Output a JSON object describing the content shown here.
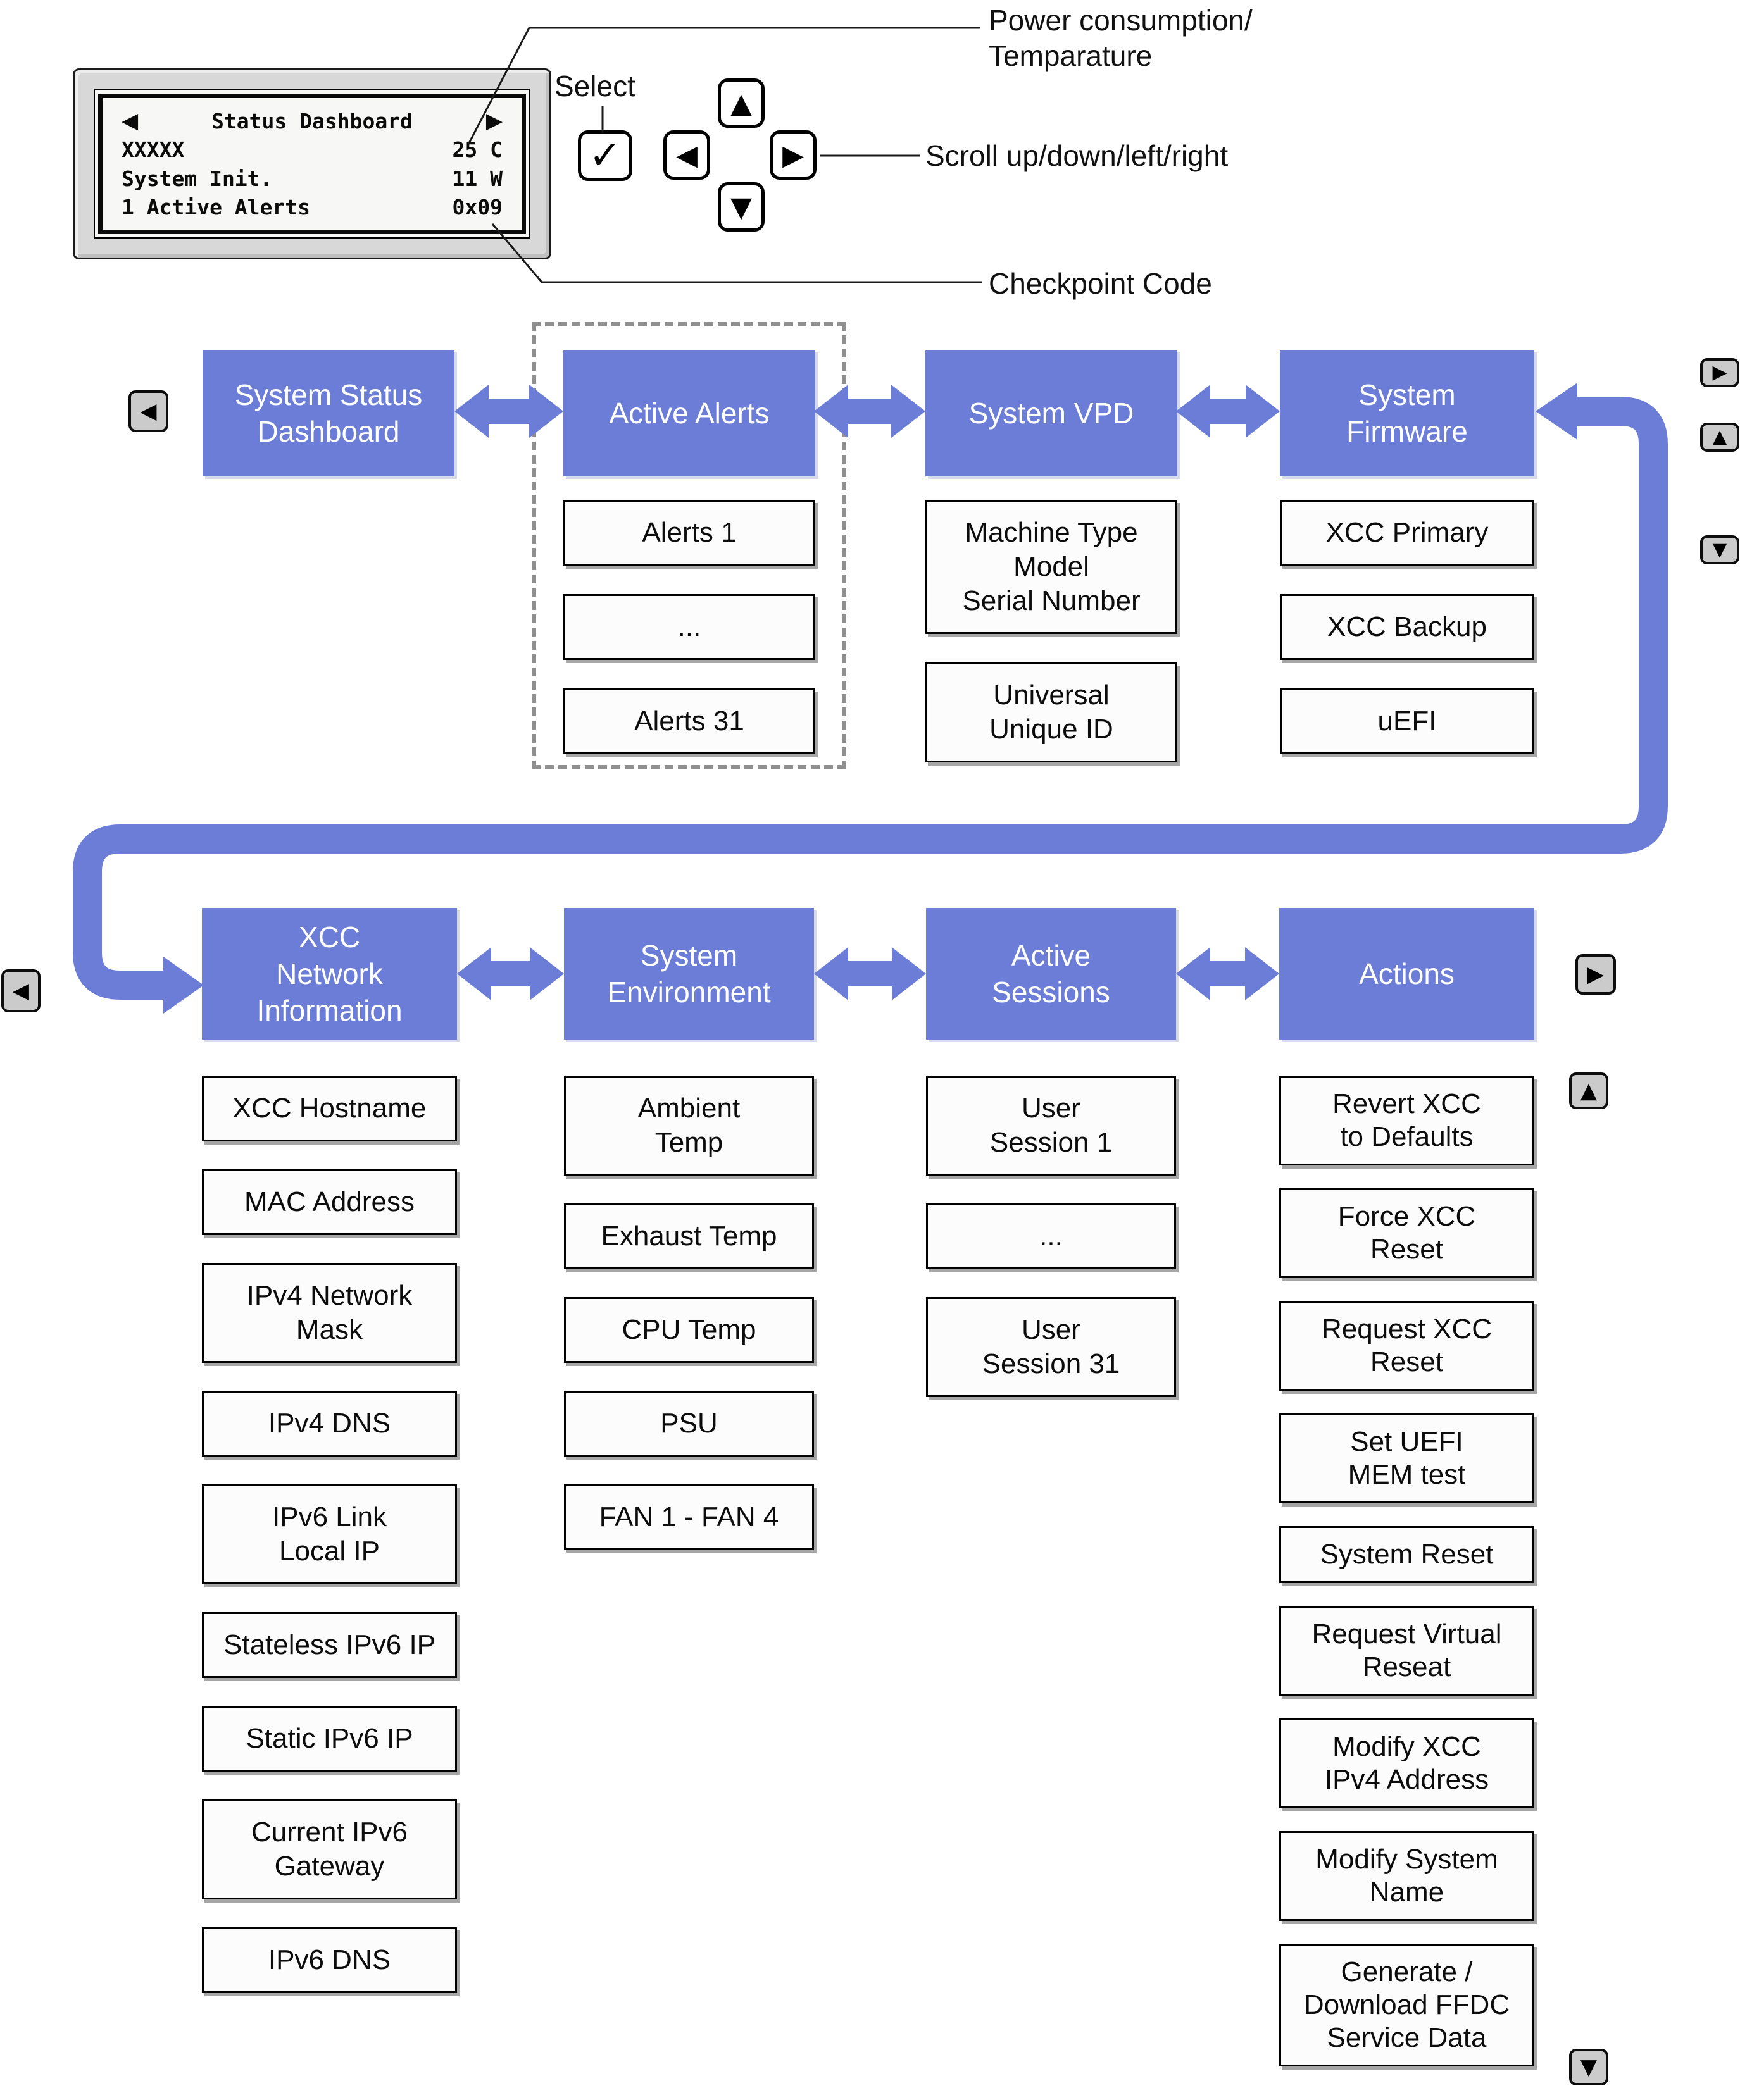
{
  "figure": {
    "lcd": {
      "nav_left_icon": "◀",
      "nav_right_icon": "▶",
      "title": "Status Dashboard",
      "rows": [
        {
          "left": "XXXXX",
          "right": "25 C"
        },
        {
          "left": "System Init.",
          "right": "11 W"
        },
        {
          "left": "1 Active Alerts",
          "right": "0x09"
        }
      ]
    },
    "callouts": {
      "power": "Power consumption/\nTemparature",
      "select": "Select",
      "scroll": "Scroll up/down/left/right",
      "checkpoint": "Checkpoint Code"
    },
    "buttons": {
      "select": "✓",
      "up": "▲",
      "down": "▼",
      "left": "◀",
      "right": "▶"
    },
    "colors": {
      "accent": "#6b7dd7",
      "button_gray": "#cbcbcb",
      "line": "#1a1a1a"
    },
    "menu": {
      "row1": [
        {
          "title": "System Status\nDashboard",
          "children": []
        },
        {
          "title": "Active Alerts",
          "children": [
            "Alerts 1",
            "...",
            "Alerts 31"
          ]
        },
        {
          "title": "System VPD",
          "children": [
            "Machine Type\nModel\nSerial Number",
            "Universal\nUnique ID"
          ]
        },
        {
          "title": "System\nFirmware",
          "children": [
            "XCC Primary",
            "XCC Backup",
            "uEFI"
          ]
        }
      ],
      "row2": [
        {
          "title": "XCC\nNetwork\nInformation",
          "children": [
            "XCC Hostname",
            "MAC Address",
            "IPv4 Network\nMask",
            "IPv4 DNS",
            "IPv6 Link\nLocal IP",
            "Stateless IPv6 IP",
            "Static IPv6 IP",
            "Current IPv6\nGateway",
            "IPv6 DNS"
          ]
        },
        {
          "title": "System\nEnvironment",
          "children": [
            "Ambient\nTemp",
            "Exhaust Temp",
            "CPU Temp",
            "PSU",
            "FAN 1 - FAN 4"
          ]
        },
        {
          "title": "Active\nSessions",
          "children": [
            "User\nSession 1",
            "...",
            "User\nSession 31"
          ]
        },
        {
          "title": "Actions",
          "children": [
            "Revert XCC\nto Defaults",
            "Force XCC\nReset",
            "Request XCC\nReset",
            "Set UEFI\nMEM test",
            "System Reset",
            "Request Virtual\nReseat",
            "Modify XCC\nIPv4 Address",
            "Modify System\nName",
            "Generate /\nDownload FFDC\nService Data"
          ]
        }
      ]
    }
  }
}
